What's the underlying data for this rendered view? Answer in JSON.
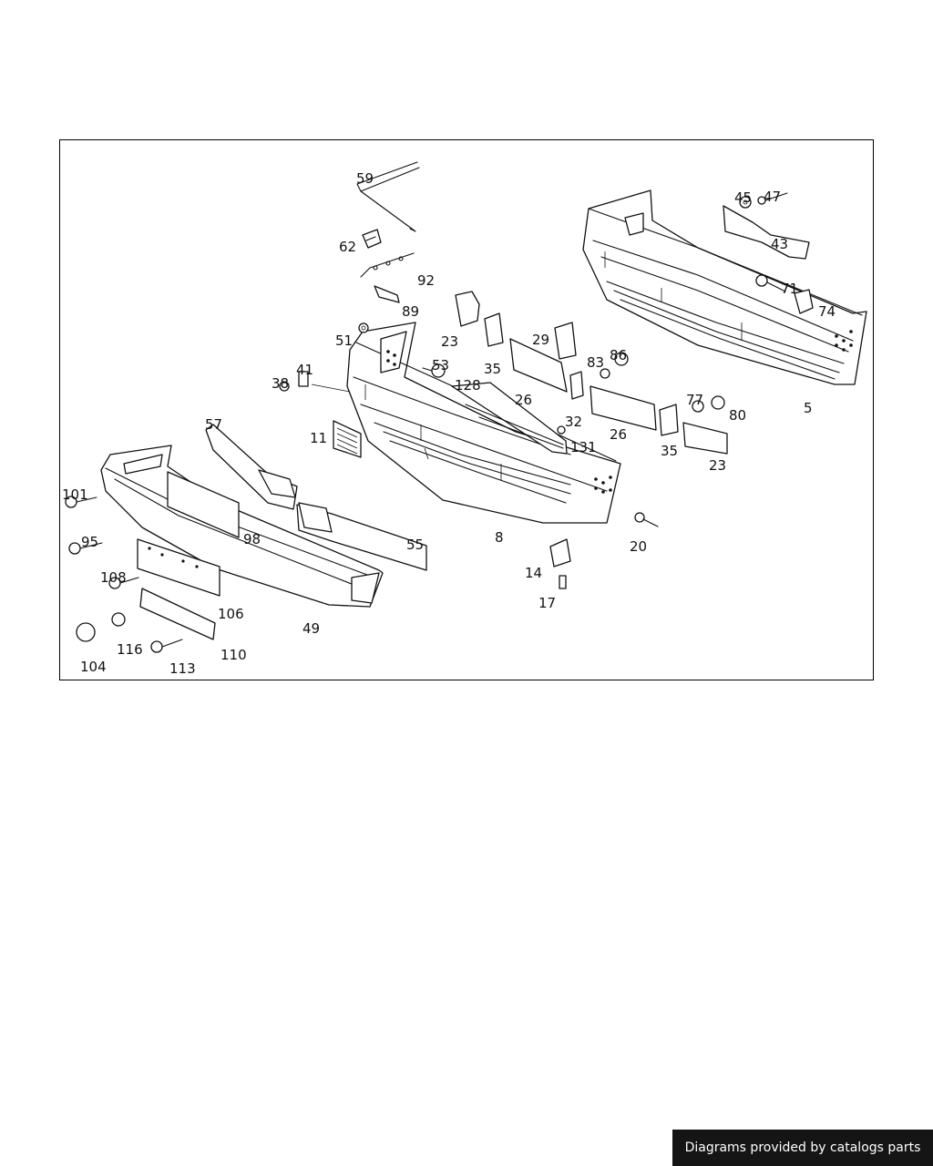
{
  "diagram": {
    "callouts": [
      "59",
      "62",
      "92",
      "89",
      "51",
      "23",
      "35",
      "29",
      "53",
      "128",
      "41",
      "38",
      "83",
      "86",
      "45",
      "47",
      "43",
      "71",
      "74",
      "26",
      "32",
      "131",
      "77",
      "80",
      "11",
      "57",
      "101",
      "95",
      "98",
      "55",
      "8",
      "20",
      "5",
      "108",
      "106",
      "49",
      "14",
      "17",
      "116",
      "110",
      "104",
      "113"
    ],
    "duplicate_callouts": [
      "23",
      "35",
      "26"
    ]
  },
  "credit": {
    "text": "Diagrams provided by catalogs parts"
  },
  "colors": {
    "ink": "#111111",
    "banner_bg": "#151515",
    "banner_text": "#ffffff"
  }
}
